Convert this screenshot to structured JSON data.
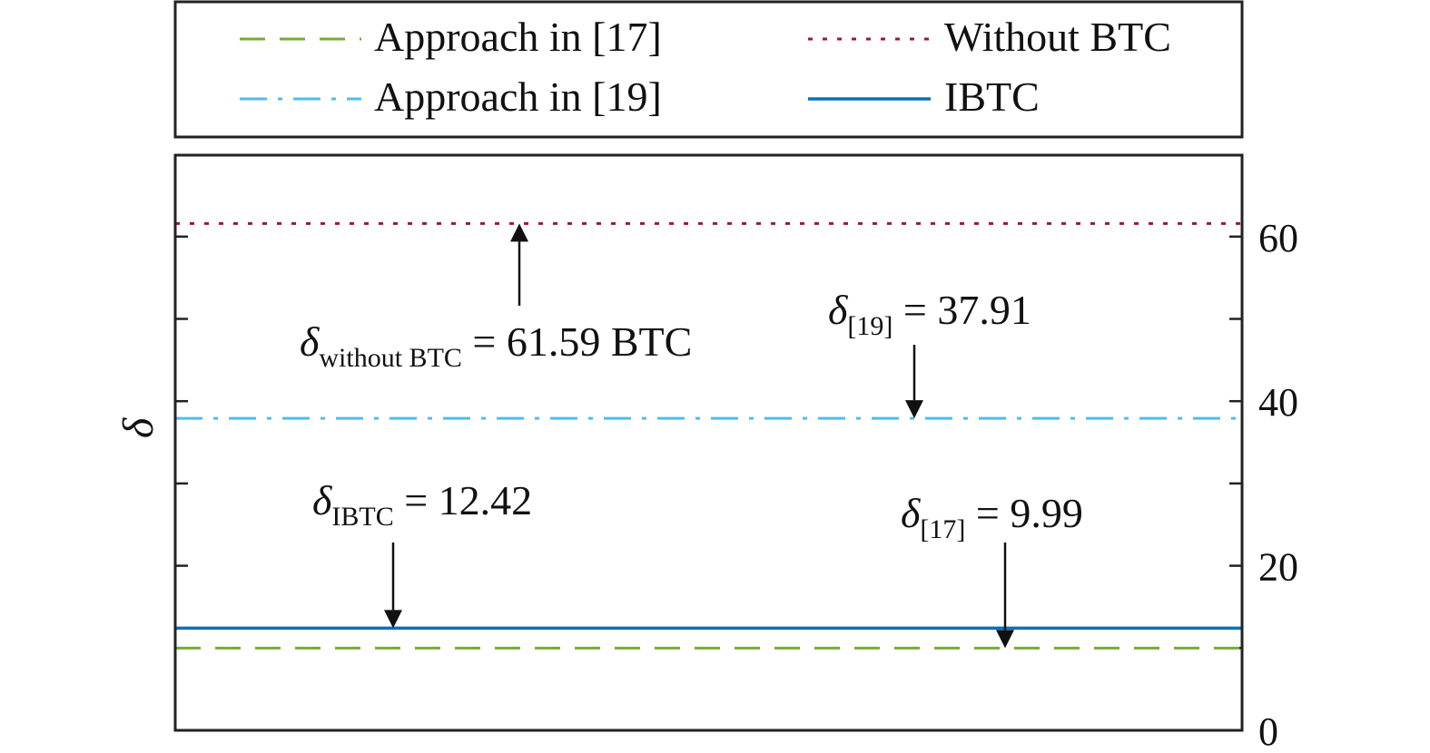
{
  "chart_data": {
    "type": "line",
    "title": "",
    "xlabel": "",
    "ylabel": "δ",
    "ylim": [
      0,
      70
    ],
    "yticks": [
      0,
      20,
      40,
      60
    ],
    "y_axis_side": "right",
    "grid": false,
    "legend_position": "top-outside",
    "series": [
      {
        "name": "Approach in [17]",
        "value": 9.99,
        "color": "#77ac30",
        "style": "dashed"
      },
      {
        "name": "Without BTC",
        "value": 61.59,
        "color": "#a2142f",
        "style": "dotted"
      },
      {
        "name": "Approach in [19]",
        "value": 37.91,
        "color": "#4dbeee",
        "style": "dashdot"
      },
      {
        "name": "IBTC",
        "value": 12.42,
        "color": "#0072bd",
        "style": "solid"
      }
    ],
    "annotations": [
      {
        "symbol": "δ",
        "sub": "without BTC",
        "text": " = 61.59 BTC",
        "target": 61.59,
        "arrow": "up"
      },
      {
        "symbol": "δ",
        "sub": "[19]",
        "text": " = 37.91",
        "target": 37.91,
        "arrow": "down"
      },
      {
        "symbol": "δ",
        "sub": "IBTC",
        "text": " = 12.42",
        "target": 12.42,
        "arrow": "down"
      },
      {
        "symbol": "δ",
        "sub": "[17]",
        "text": " = 9.99",
        "target": 9.99,
        "arrow": "down"
      }
    ]
  }
}
